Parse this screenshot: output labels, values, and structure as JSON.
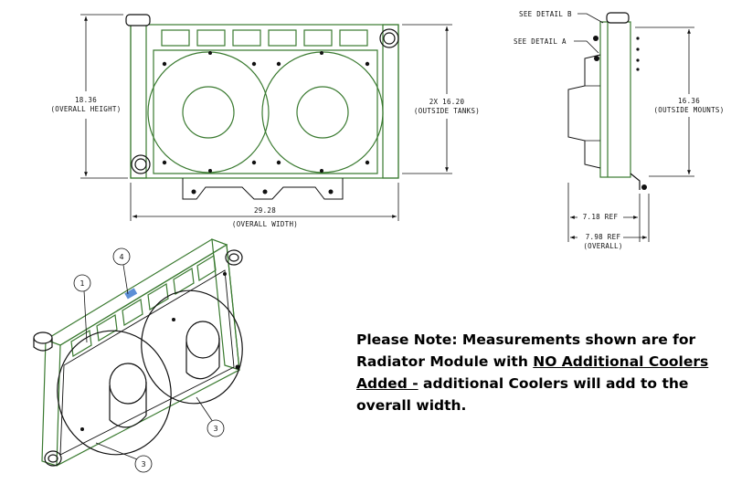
{
  "front_view": {
    "height_value": "18.36",
    "height_label": "(OVERALL HEIGHT)",
    "tanks_value": "2X 16.20",
    "tanks_label": "(OUTSIDE TANKS)",
    "width_value": "29.28",
    "width_label": "(OVERALL WIDTH)"
  },
  "side_view": {
    "detail_b": "SEE DETAIL  B",
    "detail_a": "SEE DETAIL  A",
    "mounts_value": "16.36",
    "mounts_label": "(OUTSIDE MOUNTS)",
    "ref1": "7.18 REF",
    "ref2_value": "7.98 REF",
    "ref2_label": "(OVERALL)"
  },
  "iso_view": {
    "callout_1": "1",
    "callout_4": "4",
    "callout_3a": "3",
    "callout_3b": "3"
  },
  "note": {
    "part1": "Please Note: Measurements shown are for Radiator Module with ",
    "underlined": "NO Additional Coolers Added -",
    "part2": " additional Coolers will add to the overall width."
  },
  "colors": {
    "outline": "#3a7a30",
    "line": "#111111"
  }
}
